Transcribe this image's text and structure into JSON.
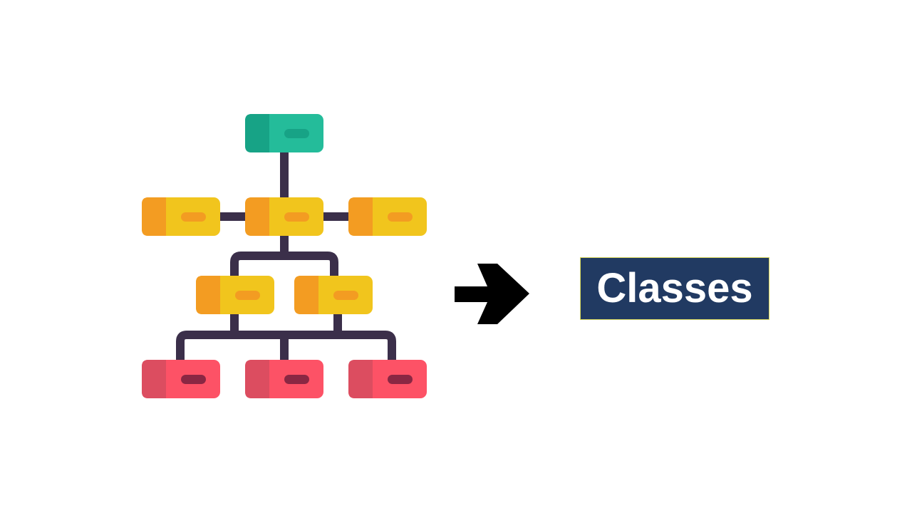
{
  "diagram": {
    "label": "Classes",
    "label_background": "#213a62",
    "connector_color": "#3b2f4a",
    "arrow_color": "#000000",
    "levels": [
      {
        "name": "root",
        "count": 1,
        "colors": {
          "left": "#17a386",
          "right": "#24bc9a",
          "pill": "#17a386"
        }
      },
      {
        "name": "level-2",
        "count": 3,
        "colors": {
          "left": "#f39c22",
          "right": "#f1c51d",
          "pill": "#f39c22"
        }
      },
      {
        "name": "level-3",
        "count": 2,
        "colors": {
          "left": "#f39c22",
          "right": "#f1c51d",
          "pill": "#f39c22"
        }
      },
      {
        "name": "level-4",
        "count": 3,
        "colors": {
          "left": "#dc4d60",
          "right": "#fd5266",
          "pill": "#8a2743"
        }
      }
    ]
  }
}
